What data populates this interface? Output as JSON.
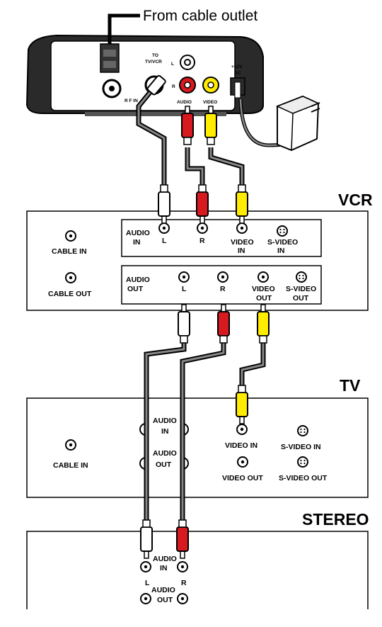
{
  "cable_outlet_label": "From cable outlet",
  "colors": {
    "red": "#d71920",
    "yellow": "#ffec00",
    "white": "#ffffff",
    "black": "#000000",
    "box": "#2a2a2a"
  },
  "box": {
    "rf_in": "R F IN",
    "to_tv_vcr_1": "TO",
    "to_tv_vcr_2": "TV/VCR",
    "l": "L",
    "r": "R",
    "audio": "AUDIO",
    "video": "VIDEO",
    "dc_1": "+12V",
    "dc_2": "DC"
  },
  "vcr": {
    "title": "VCR",
    "cable_in": "CABLE IN",
    "cable_out": "CABLE OUT",
    "in_audio_1": "AUDIO",
    "in_audio_2": "IN",
    "in_l": "L",
    "in_r": "R",
    "in_video_1": "VIDEO",
    "in_video_2": "IN",
    "in_svideo_1": "S-VIDEO",
    "in_svideo_2": "IN",
    "out_audio_1": "AUDIO",
    "out_audio_2": "OUT",
    "out_l": "L",
    "out_r": "R",
    "out_video_1": "VIDEO",
    "out_video_2": "OUT",
    "out_svideo_1": "S-VIDEO",
    "out_svideo_2": "OUT"
  },
  "tv": {
    "title": "TV",
    "cable_in": "CABLE IN",
    "audio_in_1": "AUDIO",
    "audio_in_2": "IN",
    "audio_out_1": "AUDIO",
    "audio_out_2": "OUT",
    "video_in": "VIDEO IN",
    "svideo_in": "S-VIDEO IN",
    "video_out": "VIDEO OUT",
    "svideo_out": "S-VIDEO OUT"
  },
  "stereo": {
    "title": "STEREO",
    "audio_in_1": "AUDIO",
    "audio_in_2": "IN",
    "l": "L",
    "r": "R",
    "audio_out_1": "AUDIO",
    "audio_out_2": "OUT"
  }
}
